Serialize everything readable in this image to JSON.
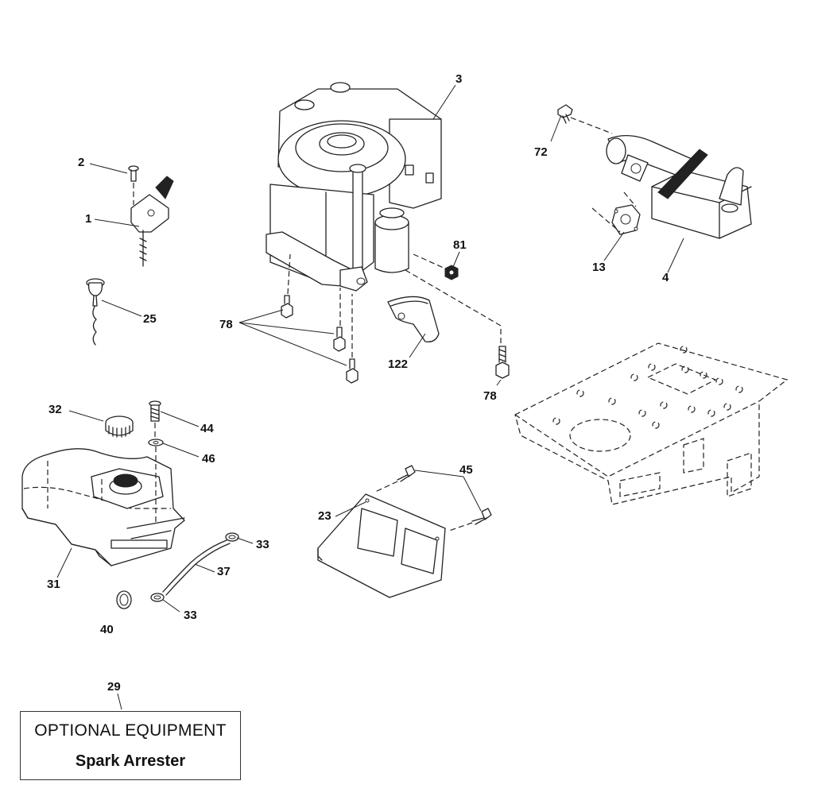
{
  "callouts": {
    "c1": "1",
    "c2": "2",
    "c3": "3",
    "c4": "4",
    "c13": "13",
    "c23": "23",
    "c25": "25",
    "c29": "29",
    "c31": "31",
    "c32": "32",
    "c33a": "33",
    "c33b": "33",
    "c37": "37",
    "c40": "40",
    "c44": "44",
    "c45": "45",
    "c46": "46",
    "c72": "72",
    "c78a": "78",
    "c78b": "78",
    "c81": "81",
    "c122": "122"
  },
  "optional_box": {
    "title": "OPTIONAL EQUIPMENT",
    "item": "Spark Arrester"
  },
  "colors": {
    "line": "#222222",
    "background": "#ffffff"
  }
}
